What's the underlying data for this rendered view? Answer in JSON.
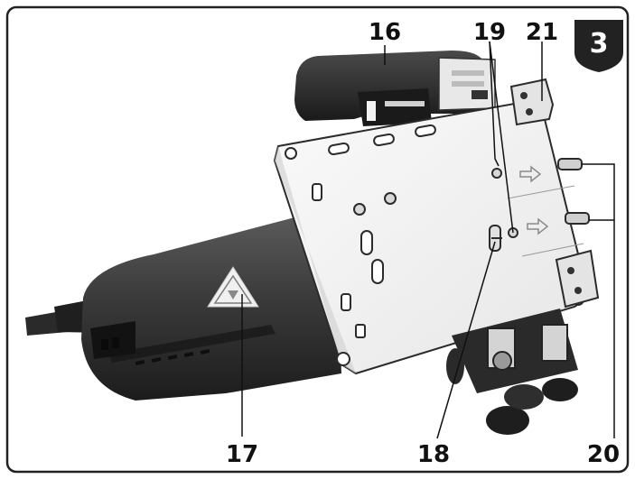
{
  "figure": {
    "badge": "3",
    "callouts": [
      "16",
      "19",
      "21",
      "20",
      "17",
      "18"
    ],
    "label_16": "16",
    "label_17": "17",
    "label_18": "18",
    "label_19": "19",
    "label_20": "20",
    "label_21": "21"
  },
  "colors": {
    "frame": "#222222",
    "badge": "#222222",
    "body_dark": "#2c2c2c",
    "plate": "#f4f4f4"
  }
}
